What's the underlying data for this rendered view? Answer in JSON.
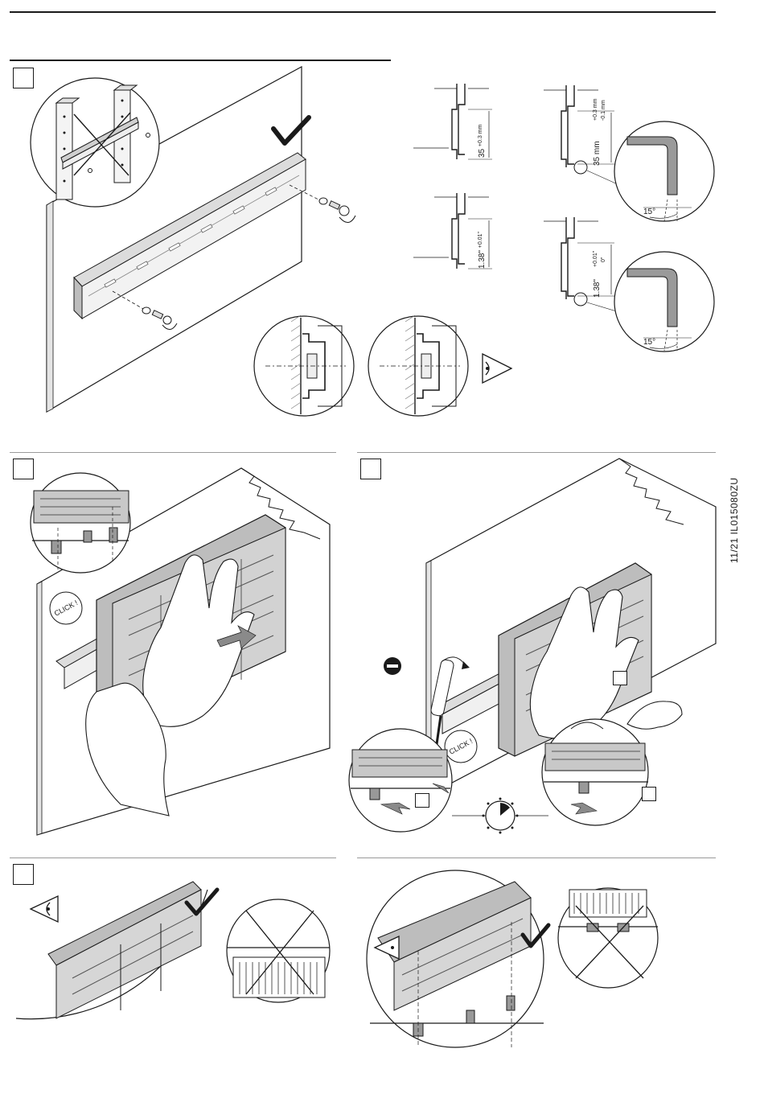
{
  "doc": {
    "id": "11/21 IL015080ZU"
  },
  "step1": {
    "rail_35": {
      "main": "35",
      "tol": "+0.3 mm"
    },
    "rail_35_tol": {
      "main": "35 mm",
      "tol_top": "+0.3 mm",
      "tol_bot": "-0.1 mm"
    },
    "rail_138": {
      "main": "1.38\"",
      "tol": "+0.01\""
    },
    "rail_138_tol": {
      "main": "1.38\"",
      "tol_top": "+0.01\"",
      "tol_bot": "0\""
    },
    "angle_top": "15°",
    "angle_bottom": "15°"
  },
  "step2": {
    "click": "CLICK !"
  },
  "step3": {
    "click": "CLICK !"
  },
  "icons": [
    "check-icon",
    "cross-icon",
    "eye-icon",
    "screwdriver-icon",
    "stop-icon",
    "timer-icon",
    "arrow-icon"
  ],
  "colors": {
    "ink": "#1a1a1a",
    "grey": "#8a8a8a",
    "light": "#cfcfcf"
  }
}
